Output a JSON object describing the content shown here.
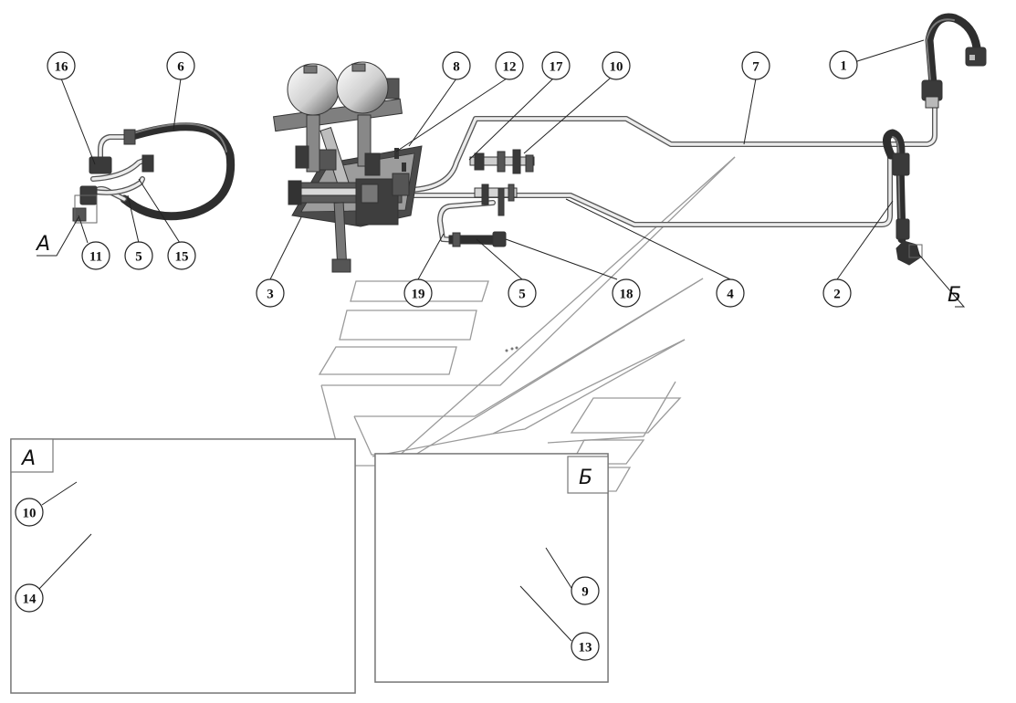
{
  "callouts": [
    "1",
    "2",
    "3",
    "4",
    "5",
    "6",
    "7",
    "8",
    "9",
    "10",
    "11",
    "12",
    "13",
    "14",
    "15",
    "16",
    "17",
    "18",
    "19"
  ],
  "views": {
    "a": "А",
    "b": "Б"
  },
  "colors": {
    "line": "#222222",
    "hose": "#2e2e2e",
    "pipe": "#ececec",
    "metal_dark": "#3a3a3a",
    "metal_light": "#bdbdbd"
  }
}
